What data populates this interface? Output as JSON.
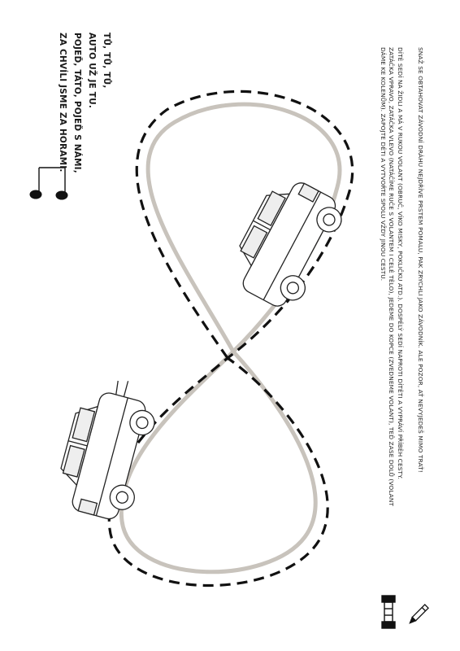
{
  "rhyme": {
    "lines": [
      "TŮ, TŮ, TŮ,",
      "AUTO UŽ JE TU.",
      "POJEĎ, TÁTO, POJEĎ S NÁMI,",
      "ZA CHVÍLI JSME ZA HORAMI."
    ]
  },
  "instructions": {
    "paragraph1_lines": [
      "DÍTĚ SEDÍ NA ŽIDLI A MÁ V RUKOU VOLANT (OBRUČ, VÍKO MISKY, POKLIČKU ATD.). DOSPĚLÝ SEDÍ NAPROTI DÍTĚTI A VYPRÁVÍ PŘÍBĚH CESTY.",
      "ZATÁČKA VPRAVO, ZATÁČKA VLEVO (NATÁČÍME RUČE S VOLANTEM I CELÉ TĚLO), JEDEME DO KOPCE (ZVEDNEME VOLANT), TEĎ ZASE DOLŮ (VOLANT",
      "DÁME KE KOLENŮM). ZAPOJTE DĚTI A VYTVOŘTE SPOLU VŽDY JINOU CESTU."
    ],
    "paragraph2": "SNAŽ SE OBTAHOVAT ZÁVODNÍ DRÁHU NEJDŘÍVE PRSTEM POMALU, PAK ZRYCHLI JAKO ZÁVODNÍK. ALE POZOR, AŤ NEVYJEDEŠ MIMO TRAŤ!"
  },
  "icons": {
    "music_note": "music-note-icon",
    "exercise": "dumbbell-icon",
    "tracing": "pencil-icon"
  },
  "colors": {
    "track_line": "#c8c3bc",
    "dash_line": "#111111",
    "ink": "#1a1a1a"
  }
}
